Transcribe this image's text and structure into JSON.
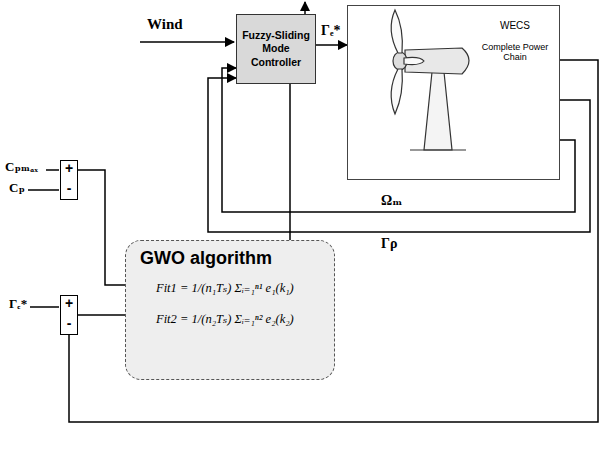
{
  "diagram": {
    "nodes": [
      {
        "text": [
          "Fuzzy-Sliding Mode Controller"
        ]
      },
      {
        "text": [
          "WECS",
          "Complete Power Chain"
        ]
      },
      {
        "text": [
          "+",
          "-"
        ]
      },
      {
        "text": [
          "+",
          "-"
        ]
      },
      {
        "text": [
          "GWO algorithm",
          "Fit1 = 1/(n₁Tₛ) Σᵢ₌₁ⁿ¹ e₁(k₁)",
          "Fit2 = 1/(n₂Tₛ) Σᵢ₌₁ⁿ² e₂(k₂)"
        ]
      }
    ],
    "edges": [
      {
        "from": 0,
        "to": 1,
        "label": "Γₑ*",
        "arrow": "to"
      },
      {
        "from": 1,
        "to": 0,
        "label": "Ωₘ",
        "arrow": "to"
      },
      {
        "from": 1,
        "to": 0,
        "label": "Γρ",
        "arrow": "to"
      },
      {
        "from": 2,
        "to": 4,
        "arrow": "none"
      },
      {
        "from": 3,
        "to": 4,
        "arrow": "none"
      },
      {
        "from": 4,
        "to": 0,
        "arrow": "none"
      },
      {
        "from": 1,
        "to": 3,
        "arrow": "none"
      }
    ],
    "labels": [
      "Wind",
      "Cₚₘₐₓ",
      "Cₚ",
      "Γₑ*"
    ]
  }
}
